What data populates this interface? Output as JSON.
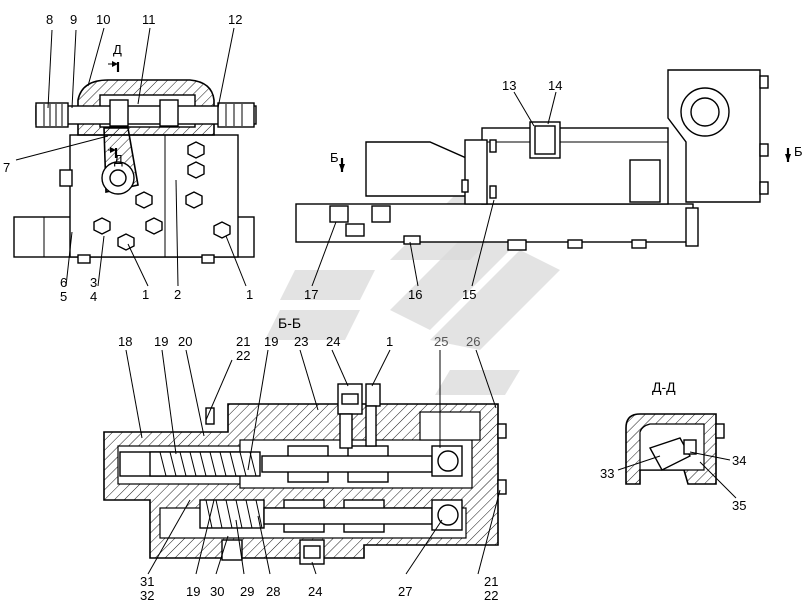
{
  "views": {
    "section_bb": "Б-Б",
    "section_dd": "Д-Д",
    "cut_marker_d": "Д",
    "cut_marker_d_lower": "Д",
    "cut_marker_b_left": "Б",
    "cut_marker_b_right": "Б"
  },
  "callouts_view1": [
    "8",
    "9",
    "10",
    "11",
    "12",
    "7",
    "6",
    "5",
    "3",
    "4",
    "1",
    "2",
    "1"
  ],
  "callouts_view2": [
    "13",
    "14",
    "17",
    "16",
    "15"
  ],
  "callouts_bb_top": [
    "18",
    "19",
    "20",
    "21",
    "22",
    "19",
    "23",
    "24",
    "1",
    "25",
    "26"
  ],
  "callouts_bb_bottom": [
    "31",
    "32",
    "19",
    "30",
    "29",
    "28",
    "24",
    "27",
    "21",
    "22"
  ],
  "callouts_dd": [
    "33",
    "34",
    "35"
  ],
  "colors": {
    "line": "#000000",
    "watermark": "#d9d9d9",
    "label_gray": "#555555"
  }
}
